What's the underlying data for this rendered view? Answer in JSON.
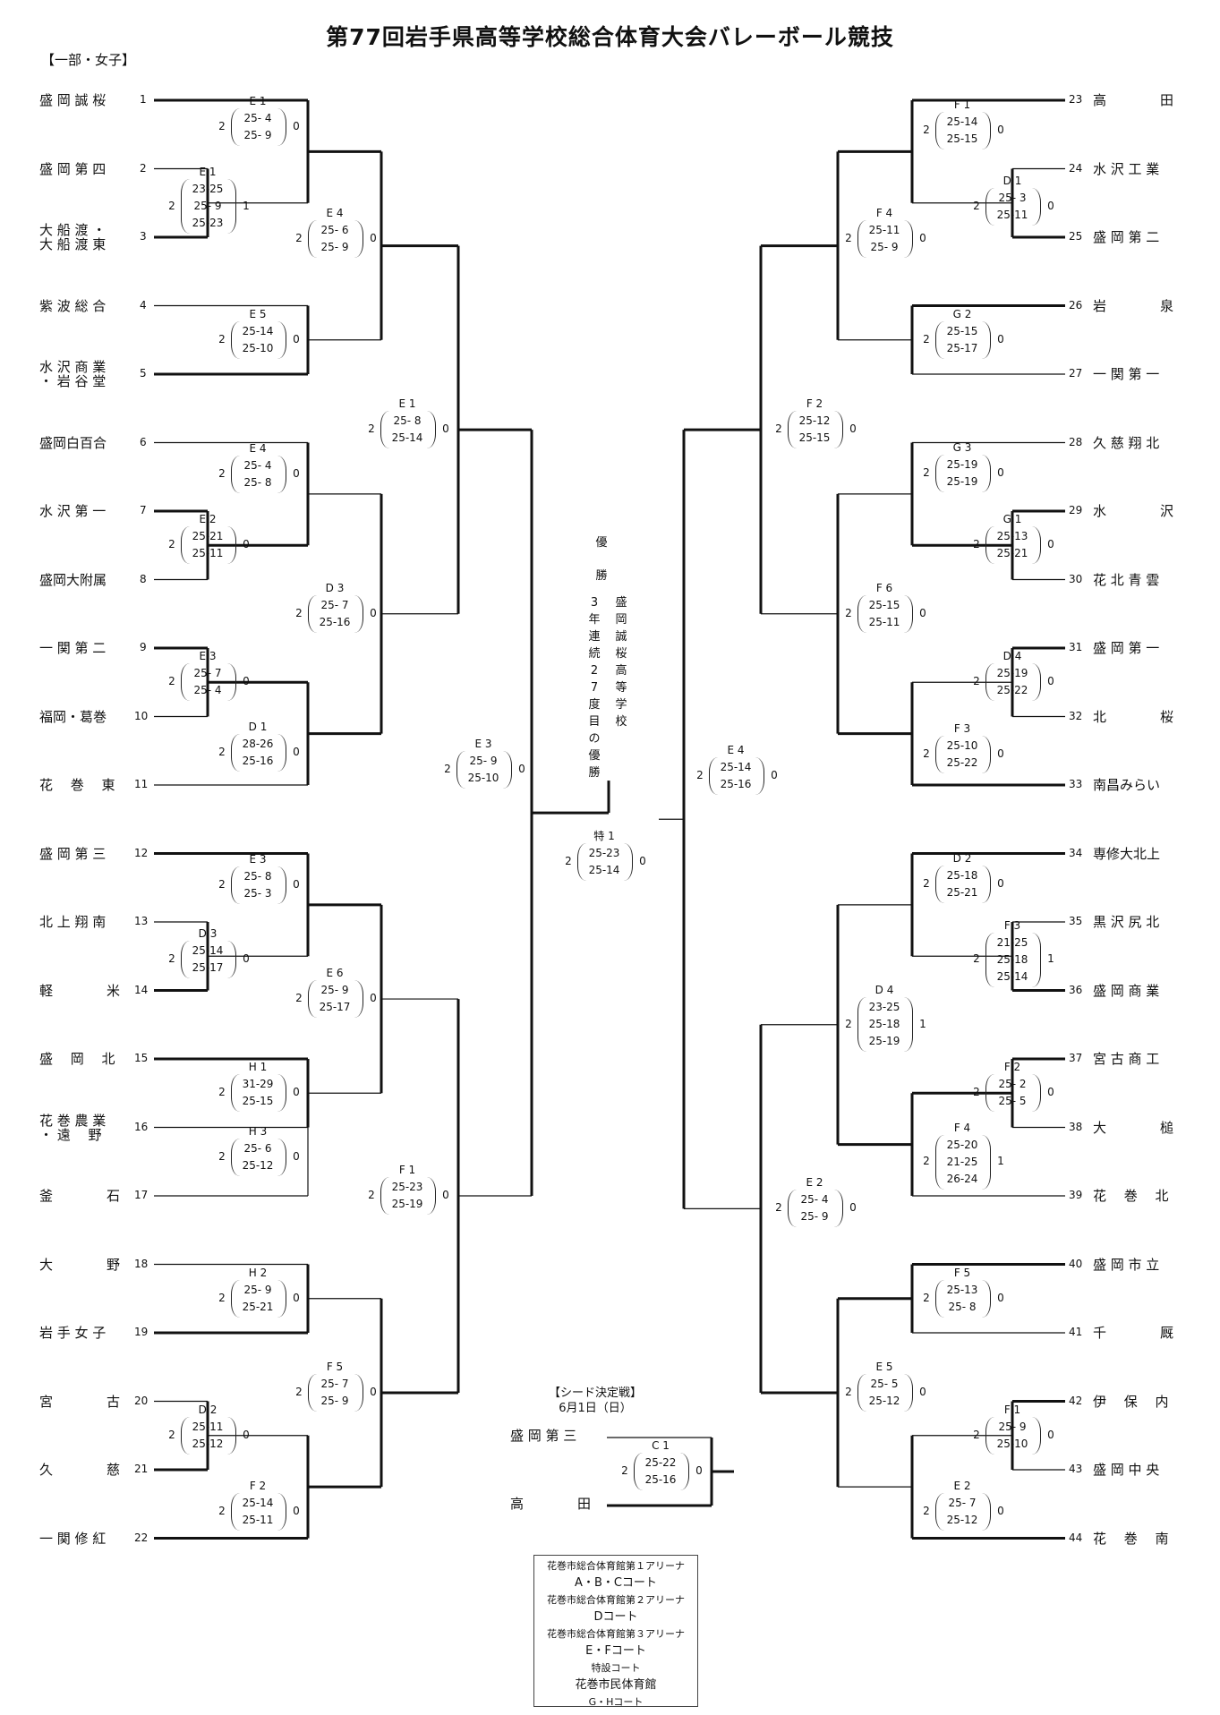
{
  "title": "第77回岩手県高等学校総合体育大会バレーボール競技",
  "division": "【一部・女子】",
  "teams_left": [
    {
      "n": "1",
      "name": "盛 岡 誠 桜"
    },
    {
      "n": "2",
      "name": "盛 岡 第 四"
    },
    {
      "n": "3",
      "name": "大 船 渡 ・\n大 船 渡 東"
    },
    {
      "n": "4",
      "name": "紫 波 総 合"
    },
    {
      "n": "5",
      "name": "水 沢 商 業\n・ 岩 谷 堂"
    },
    {
      "n": "6",
      "name": "盛岡白百合"
    },
    {
      "n": "7",
      "name": "水 沢 第 一"
    },
    {
      "n": "8",
      "name": "盛岡大附属"
    },
    {
      "n": "9",
      "name": "一 関 第 二"
    },
    {
      "n": "10",
      "name": "福岡・葛巻"
    },
    {
      "n": "11",
      "name": "花　 巻　 東"
    },
    {
      "n": "12",
      "name": "盛 岡 第 三"
    },
    {
      "n": "13",
      "name": "北 上 翔 南"
    },
    {
      "n": "14",
      "name": "軽　　　　米"
    },
    {
      "n": "15",
      "name": "盛　 岡　 北"
    },
    {
      "n": "16",
      "name": "花 巻 農 業\n・ 遠　 野"
    },
    {
      "n": "17",
      "name": "釜　　　　石"
    },
    {
      "n": "18",
      "name": "大　　　　野"
    },
    {
      "n": "19",
      "name": "岩 手 女 子"
    },
    {
      "n": "20",
      "name": "宮　　　　古"
    },
    {
      "n": "21",
      "name": "久　　　　慈"
    },
    {
      "n": "22",
      "name": "一 関 修 紅"
    }
  ],
  "teams_right": [
    {
      "n": "23",
      "name": "高　　　　田"
    },
    {
      "n": "24",
      "name": "水 沢 工 業"
    },
    {
      "n": "25",
      "name": "盛 岡 第 二"
    },
    {
      "n": "26",
      "name": "岩　　　　泉"
    },
    {
      "n": "27",
      "name": "一 関 第 一"
    },
    {
      "n": "28",
      "name": "久 慈 翔 北"
    },
    {
      "n": "29",
      "name": "水　　　　沢"
    },
    {
      "n": "30",
      "name": "花 北 青 雲"
    },
    {
      "n": "31",
      "name": "盛 岡 第 一"
    },
    {
      "n": "32",
      "name": "北　　　　桜"
    },
    {
      "n": "33",
      "name": "南昌みらい"
    },
    {
      "n": "34",
      "name": "専修大北上"
    },
    {
      "n": "35",
      "name": "黒 沢 尻 北"
    },
    {
      "n": "36",
      "name": "盛 岡 商 業"
    },
    {
      "n": "37",
      "name": "宮 古 商 工"
    },
    {
      "n": "38",
      "name": "大　　　　槌"
    },
    {
      "n": "39",
      "name": "花　 巻　 北"
    },
    {
      "n": "40",
      "name": "盛 岡 市 立"
    },
    {
      "n": "41",
      "name": "千　　　　厩"
    },
    {
      "n": "42",
      "name": "伊　 保　 内"
    },
    {
      "n": "43",
      "name": "盛 岡 中 央"
    },
    {
      "n": "44",
      "name": "花　 巻　 南"
    }
  ],
  "matches": [
    {
      "court": "E 1",
      "scores": [
        "25- 4",
        "25- 9"
      ],
      "w": "2",
      "l": "0"
    },
    {
      "court": "E 1",
      "scores": [
        "23-25",
        "25- 9",
        "25-23"
      ],
      "w": "2",
      "l": "1"
    },
    {
      "court": "E 4",
      "scores": [
        "25- 6",
        "25- 9"
      ],
      "w": "2",
      "l": "0"
    },
    {
      "court": "E 5",
      "scores": [
        "25-14",
        "25-10"
      ],
      "w": "2",
      "l": "0"
    },
    {
      "court": "E 1",
      "scores": [
        "25- 8",
        "25-14"
      ],
      "w": "2",
      "l": "0"
    },
    {
      "court": "E 4",
      "scores": [
        "25- 4",
        "25- 8"
      ],
      "w": "2",
      "l": "0"
    },
    {
      "court": "E 2",
      "scores": [
        "25-21",
        "25-11"
      ],
      "w": "2",
      "l": "0"
    },
    {
      "court": "D 3",
      "scores": [
        "25- 7",
        "25-16"
      ],
      "w": "2",
      "l": "0"
    },
    {
      "court": "E 3",
      "scores": [
        "25- 7",
        "25- 4"
      ],
      "w": "2",
      "l": "0"
    },
    {
      "court": "D 1",
      "scores": [
        "28-26",
        "25-16"
      ],
      "w": "2",
      "l": "0"
    },
    {
      "court": "E 3",
      "scores": [
        "25- 9",
        "25-10"
      ],
      "w": "2",
      "l": "0"
    },
    {
      "court": "E 3",
      "scores": [
        "25- 8",
        "25- 3"
      ],
      "w": "2",
      "l": "0"
    },
    {
      "court": "D 3",
      "scores": [
        "25-14",
        "25-17"
      ],
      "w": "2",
      "l": "0"
    },
    {
      "court": "E 6",
      "scores": [
        "25- 9",
        "25-17"
      ],
      "w": "2",
      "l": "0"
    },
    {
      "court": "H 1",
      "scores": [
        "31-29",
        "25-15"
      ],
      "w": "2",
      "l": "0"
    },
    {
      "court": "H 3",
      "scores": [
        "25- 6",
        "25-12"
      ],
      "w": "2",
      "l": "0"
    },
    {
      "court": "F 1",
      "scores": [
        "25-23",
        "25-19"
      ],
      "w": "2",
      "l": "0"
    },
    {
      "court": "H 2",
      "scores": [
        "25- 9",
        "25-21"
      ],
      "w": "2",
      "l": "0"
    },
    {
      "court": "F 5",
      "scores": [
        "25- 7",
        "25- 9"
      ],
      "w": "2",
      "l": "0"
    },
    {
      "court": "D 2",
      "scores": [
        "25-11",
        "25-12"
      ],
      "w": "2",
      "l": "0"
    },
    {
      "court": "F 2",
      "scores": [
        "25-14",
        "25-11"
      ],
      "w": "2",
      "l": "0"
    },
    {
      "court": "F 1",
      "scores": [
        "25-14",
        "25-15"
      ],
      "w": "2",
      "l": "0"
    },
    {
      "court": "D 1",
      "scores": [
        "25- 3",
        "25-11"
      ],
      "w": "2",
      "l": "0"
    },
    {
      "court": "F 4",
      "scores": [
        "25-11",
        "25- 9"
      ],
      "w": "2",
      "l": "0"
    },
    {
      "court": "G 2",
      "scores": [
        "25-15",
        "25-17"
      ],
      "w": "2",
      "l": "0"
    },
    {
      "court": "F 2",
      "scores": [
        "25-12",
        "25-15"
      ],
      "w": "2",
      "l": "0"
    },
    {
      "court": "G 3",
      "scores": [
        "25-19",
        "25-19"
      ],
      "w": "2",
      "l": "0"
    },
    {
      "court": "G 1",
      "scores": [
        "25-13",
        "25-21"
      ],
      "w": "2",
      "l": "0"
    },
    {
      "court": "F 6",
      "scores": [
        "25-15",
        "25-11"
      ],
      "w": "2",
      "l": "0"
    },
    {
      "court": "D 4",
      "scores": [
        "25-19",
        "25-22"
      ],
      "w": "2",
      "l": "0"
    },
    {
      "court": "F 3",
      "scores": [
        "25-10",
        "25-22"
      ],
      "w": "2",
      "l": "0"
    },
    {
      "court": "E 4",
      "scores": [
        "25-14",
        "25-16"
      ],
      "w": "2",
      "l": "0"
    },
    {
      "court": "D 2",
      "scores": [
        "25-18",
        "25-21"
      ],
      "w": "2",
      "l": "0"
    },
    {
      "court": "F 3",
      "scores": [
        "21-25",
        "25-18",
        "25-14"
      ],
      "w": "2",
      "l": "1"
    },
    {
      "court": "D 4",
      "scores": [
        "23-25",
        "25-18",
        "25-19"
      ],
      "w": "2",
      "l": "1"
    },
    {
      "court": "F 2",
      "scores": [
        "25- 2",
        "25- 5"
      ],
      "w": "2",
      "l": "0"
    },
    {
      "court": "F 4",
      "scores": [
        "25-20",
        "21-25",
        "26-24"
      ],
      "w": "2",
      "l": "1"
    },
    {
      "court": "E 2",
      "scores": [
        "25- 4",
        "25- 9"
      ],
      "w": "2",
      "l": "0"
    },
    {
      "court": "F 5",
      "scores": [
        "25-13",
        "25- 8"
      ],
      "w": "2",
      "l": "0"
    },
    {
      "court": "E 5",
      "scores": [
        "25- 5",
        "25-12"
      ],
      "w": "2",
      "l": "0"
    },
    {
      "court": "F 1",
      "scores": [
        "25- 9",
        "25-10"
      ],
      "w": "2",
      "l": "0"
    },
    {
      "court": "E 2",
      "scores": [
        "25- 7",
        "25-12"
      ],
      "w": "2",
      "l": "0"
    },
    {
      "court": "特 1",
      "scores": [
        "25-23",
        "25-14"
      ],
      "w": "2",
      "l": "0"
    },
    {
      "court": "C 1",
      "scores": [
        "25-22",
        "25-16"
      ],
      "w": "2",
      "l": "0"
    }
  ],
  "champion": {
    "label": "優　勝",
    "line1": "盛岡誠桜高等学校",
    "line2": "3年連続27度目の優勝"
  },
  "seed_match": {
    "title": "【シード決定戦】",
    "date": "6月1日（日）",
    "team1": "盛 岡 第 三",
    "team2": "高　　　　田"
  },
  "venues": [
    "花巻市総合体育館第１アリーナ",
    "A・B・Cコート",
    "花巻市総合体育館第２アリーナ",
    "Dコート",
    "花巻市総合体育館第３アリーナ",
    "E・Fコート",
    "特設コート",
    "花巻市民体育館",
    "G・Hコート"
  ]
}
